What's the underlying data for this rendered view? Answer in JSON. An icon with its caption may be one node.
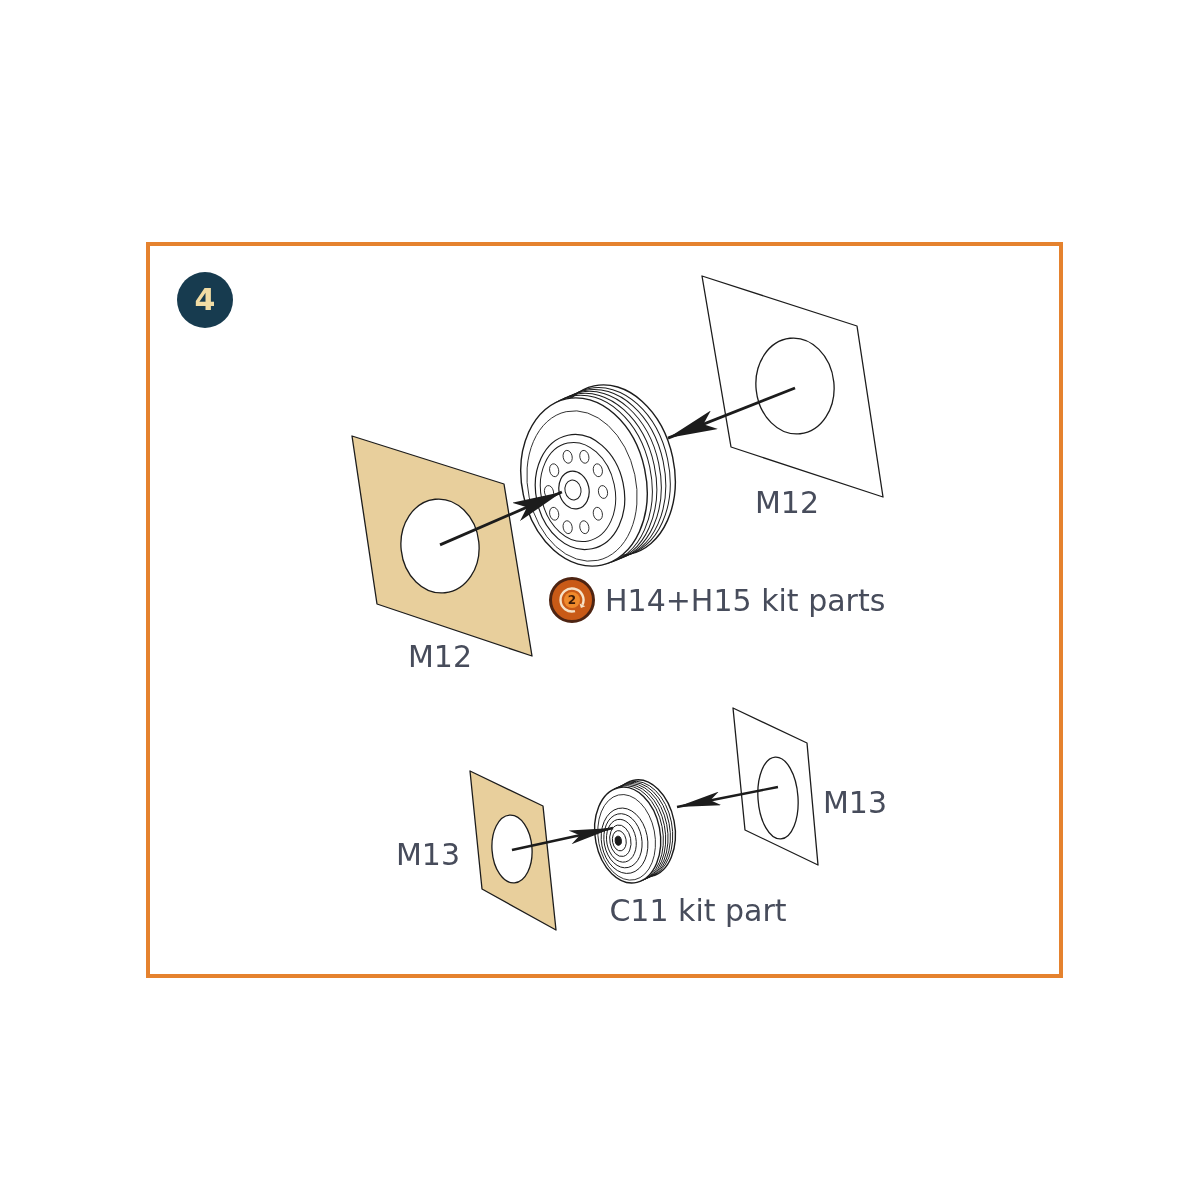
{
  "diagram": {
    "nodes": [
      {
        "text": [],
        "shape": "box"
      },
      {
        "text": [
          "4"
        ],
        "in": 0
      },
      {
        "text": [],
        "shape": "parallelogram",
        "beside": [
          "M12"
        ],
        "in": 0
      },
      {
        "text": [],
        "shape": "picture",
        "beside": [
          "H14+H15 kit parts"
        ],
        "in": 0
      },
      {
        "text": [],
        "shape": "parallelogram",
        "beside": [
          "M12"
        ],
        "in": 0
      },
      {
        "text": [
          "2"
        ],
        "in": 0
      },
      {
        "text": [],
        "shape": "parallelogram",
        "beside": [
          "M13"
        ],
        "in": 0
      },
      {
        "text": [],
        "shape": "picture",
        "beside": [
          "C11 kit part"
        ],
        "in": 0
      },
      {
        "text": [],
        "shape": "parallelogram",
        "beside": [
          "M13"
        ],
        "in": 0
      }
    ],
    "edges": [
      {
        "from": 2,
        "to": 3,
        "arrow": "to"
      },
      {
        "from": 4,
        "to": 3,
        "arrow": "to"
      },
      {
        "from": 6,
        "to": 7,
        "arrow": "to"
      },
      {
        "from": 8,
        "to": 7,
        "arrow": "to"
      }
    ]
  }
}
